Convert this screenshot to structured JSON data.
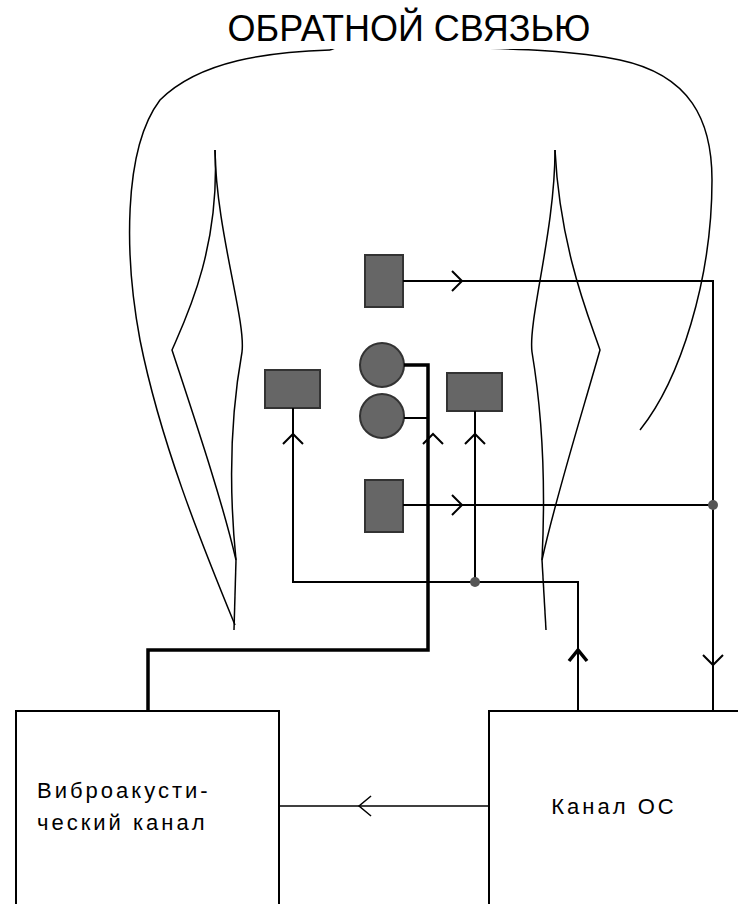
{
  "diagram": {
    "title": "ОБРАТНОЙ СВЯЗЬЮ",
    "nodes": [
      {
        "text": [
          "Виброакусти- ческий канал"
        ]
      },
      {
        "text": [
          "Канал ОС"
        ]
      }
    ],
    "edges": [
      {
        "from": 1,
        "to": 0,
        "arrow": "to"
      }
    ]
  }
}
